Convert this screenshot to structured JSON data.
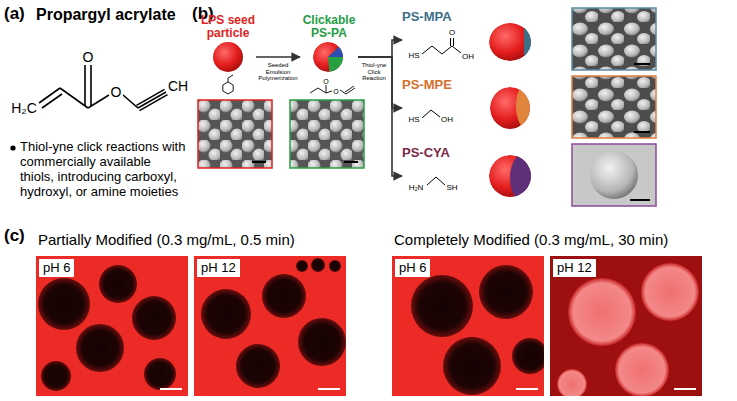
{
  "diagram": {
    "nodes": [
      {
        "text": [
          "LPS seed particle"
        ]
      },
      {
        "text": [
          "Clickable PS-PA"
        ]
      },
      {
        "text": [
          "PS-MPA"
        ]
      },
      {
        "text": [
          "PS-MPE"
        ]
      },
      {
        "text": [
          "PS-CYA"
        ]
      },
      {
        "text": [
          "pH 6"
        ]
      },
      {
        "text": [
          "pH 12"
        ]
      },
      {
        "text": [
          "pH 6"
        ]
      },
      {
        "text": [
          "pH 12"
        ]
      }
    ],
    "edges": [
      {
        "from": 0,
        "to": 1,
        "arrow": "to",
        "label": "Seeded Emulsion Polymerization"
      },
      {
        "from": 1,
        "to": 2,
        "arrow": "to"
      },
      {
        "from": 1,
        "to": 3,
        "arrow": "to",
        "label": "Thiol-yne Click Reaction"
      },
      {
        "from": 1,
        "to": 4,
        "arrow": "to"
      }
    ],
    "labels": [
      "(a)",
      "Propargyl acrylate",
      "H₂C",
      "O",
      "O",
      "CH",
      "Thiol-yne click reactions with commercially available thiols, introducing carboxyl, hydroxyl, or amine moieties",
      "(b)",
      "O",
      "O",
      "HS",
      "O",
      "OH",
      "HS",
      "OH",
      "H₂N",
      "SH",
      "(c)",
      "Partially Modified (0.3 mg/mL, 0.5 min)",
      "Completely Modified (0.3 mg/mL, 30 min)"
    ]
  }
}
